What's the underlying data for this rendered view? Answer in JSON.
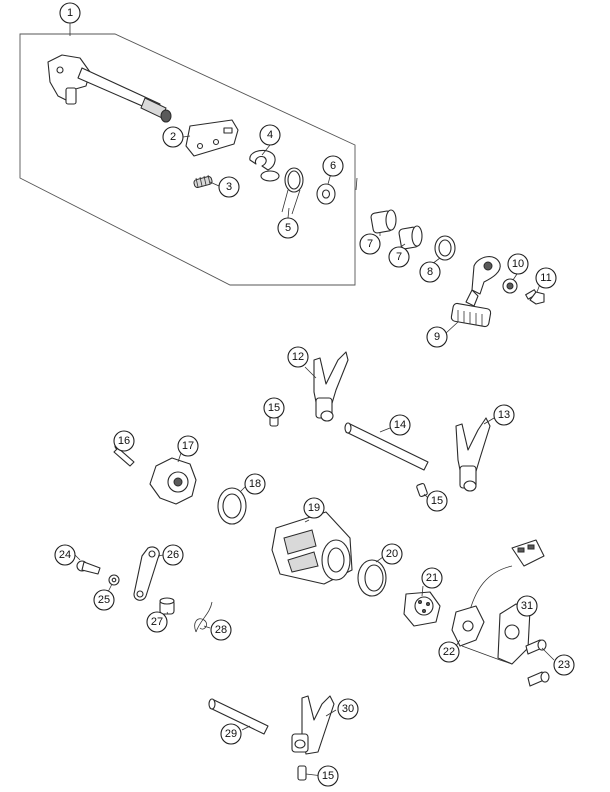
{
  "callouts": [
    {
      "id": "c1",
      "label": "1"
    },
    {
      "id": "c2",
      "label": "2"
    },
    {
      "id": "c3",
      "label": "3"
    },
    {
      "id": "c4",
      "label": "4"
    },
    {
      "id": "c5",
      "label": "5"
    },
    {
      "id": "c6",
      "label": "6"
    },
    {
      "id": "c7a",
      "label": "7"
    },
    {
      "id": "c7b",
      "label": "7"
    },
    {
      "id": "c8",
      "label": "8"
    },
    {
      "id": "c9",
      "label": "9"
    },
    {
      "id": "c10",
      "label": "10"
    },
    {
      "id": "c11",
      "label": "11"
    },
    {
      "id": "c12",
      "label": "12"
    },
    {
      "id": "c13",
      "label": "13"
    },
    {
      "id": "c14",
      "label": "14"
    },
    {
      "id": "c15a",
      "label": "15"
    },
    {
      "id": "c15b",
      "label": "15"
    },
    {
      "id": "c15c",
      "label": "15"
    },
    {
      "id": "c16",
      "label": "16"
    },
    {
      "id": "c17",
      "label": "17"
    },
    {
      "id": "c18",
      "label": "18"
    },
    {
      "id": "c19",
      "label": "19"
    },
    {
      "id": "c20",
      "label": "20"
    },
    {
      "id": "c21",
      "label": "21"
    },
    {
      "id": "c22",
      "label": "22"
    },
    {
      "id": "c23",
      "label": "23"
    },
    {
      "id": "c24",
      "label": "24"
    },
    {
      "id": "c25",
      "label": "25"
    },
    {
      "id": "c26",
      "label": "26"
    },
    {
      "id": "c27",
      "label": "27"
    },
    {
      "id": "c28",
      "label": "28"
    },
    {
      "id": "c29",
      "label": "29"
    },
    {
      "id": "c30",
      "label": "30"
    },
    {
      "id": "c31",
      "label": "31"
    }
  ]
}
